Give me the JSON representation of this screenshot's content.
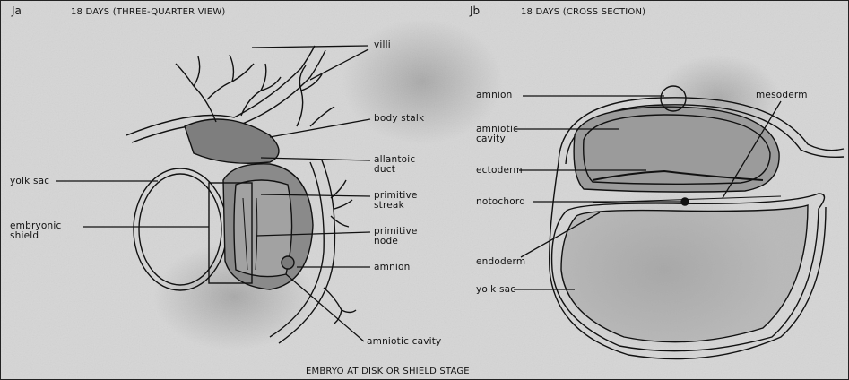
{
  "panel_a": {
    "tag": "Ja",
    "title": "18 DAYS (THREE-QUARTER VIEW)",
    "labels": {
      "villi": "villi",
      "body_stalk": "body stalk",
      "allantoic_duct": "allantoic\nduct",
      "yolk_sac": "yolk sac",
      "primitive_streak": "primitive\nstreak",
      "embryonic_shield": "embryonic\nshield",
      "primitive_node": "primitive\nnode",
      "amnion": "amnion",
      "amniotic_cavity": "amniotic cavity"
    }
  },
  "panel_b": {
    "tag": "Jb",
    "title": "18 DAYS (CROSS SECTION)",
    "labels": {
      "amnion": "amnion",
      "mesoderm": "mesoderm",
      "amniotic_cavity": "amniotic\ncavity",
      "ectoderm": "ectoderm",
      "notochord": "notochord",
      "endoderm": "endoderm",
      "yolk_sac": "yolk sac"
    }
  },
  "caption": "EMBRYO AT DISK OR SHIELD STAGE",
  "colors": {
    "ink": "#111111",
    "shade": "#a8a8a8",
    "paper": "#d6d6d6"
  }
}
